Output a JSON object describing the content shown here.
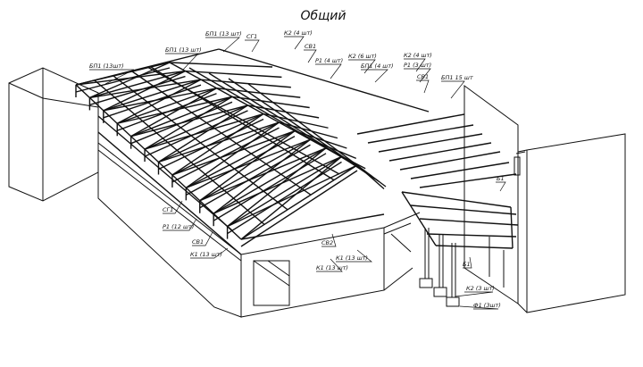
{
  "title": "Общий",
  "labels": {
    "bp1_13_a": "БП1 (13 шт)",
    "bp1_13_b": "БП1 (13шт)",
    "bp1_13_c": "БП1 (13 шт)",
    "sg1_top": "СГ1",
    "k2_4_a": "К2 (4 шт)",
    "sv1_top": "СВ1",
    "p1_4": "Р1 (4 шт)",
    "k2_6": "К2 (6 шт)",
    "bp1_4": "БП1 (4 шт)",
    "k2_4_b": "К2 (4 шт)",
    "p1_3": "Р1 (3 шт)",
    "sv1_right": "СВ1",
    "bp1_15": "БП1 15 шт",
    "sg1_left": "СГ1",
    "p1_12": "Р1 (12 шт)",
    "sv1_left": "СВ1",
    "k1_13_a": "К1 (13 шт)",
    "sv2": "СВ2",
    "k1_13_b": "К1 (13 шт)",
    "k1_13_c": "К1 (13 шт)",
    "b1_a": "Б1",
    "b1_b": "Б1",
    "k2_3": "К2 (3 шт)",
    "f1_3": "Ф1 (3шт)"
  }
}
